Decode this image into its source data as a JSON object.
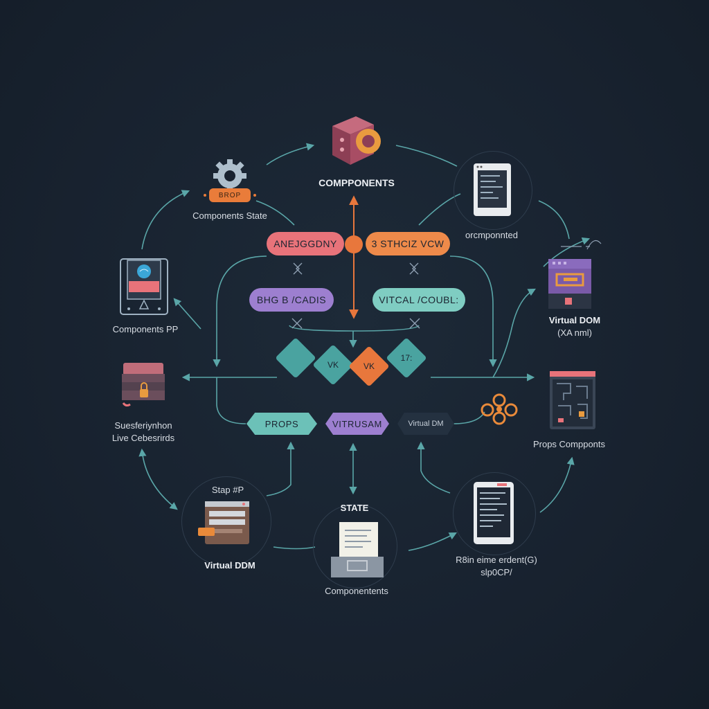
{
  "nodes": {
    "top_components": "COMPPONENTS",
    "components_state": "Components State",
    "gear_badge": "BROP",
    "top_right": "orcmponnted",
    "components_pp": "Components PP",
    "virtual_dom_right": "Virtual DOM",
    "virtual_dom_right_sub": "(XA nml)",
    "subscription_left_1": "Suesferiynhon",
    "subscription_left_2": "Live Cebesrirds",
    "props_components": "Props Compponts",
    "stap": "Stap  #P",
    "virtual_ddm": "Virtual DDM",
    "state": "STATE",
    "componentents": "Componentents",
    "render_1": "R8in eime erdent(G)",
    "render_2": "slp0CP/"
  },
  "center": {
    "pill_left_top": "ANEJGGDNY",
    "pill_right_top": "3 STHCIZ VCW",
    "pill_left_mid": "BHG B /CADIS",
    "pill_right_mid": "VITCAL /COUBL:",
    "diamond_vk_1": "VK",
    "diamond_vk_2": "VK",
    "diamond_17": "17:",
    "props": "PROPS",
    "vitrusam": "VITRUSAM",
    "virtual_dm": "Virtual DM"
  },
  "colors": {
    "background": "#18222f",
    "arrow": "#5aa6a8",
    "arrow_orange": "#e8773c",
    "pink": "#e8737a",
    "orange": "#ee8a4a",
    "purple": "#9d7fd0",
    "teal": "#6cc1b8",
    "teal_dark": "#4aa3a0"
  }
}
